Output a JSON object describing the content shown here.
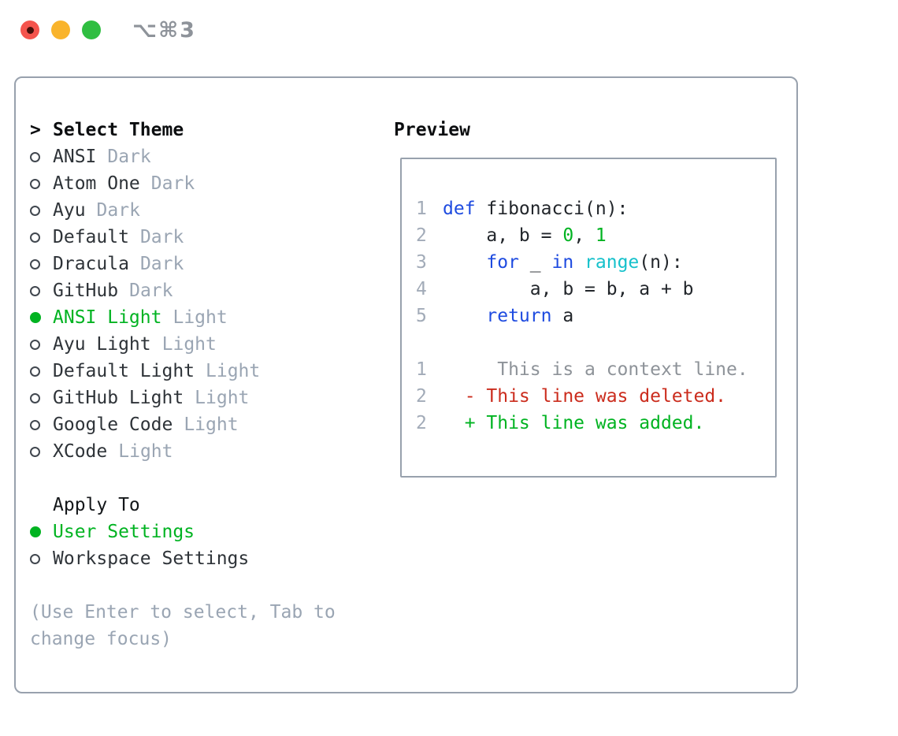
{
  "titlebar": {
    "shortcut": "⌥⌘3",
    "buttons": [
      {
        "name": "close"
      },
      {
        "name": "minimize"
      },
      {
        "name": "zoom"
      }
    ]
  },
  "theme_list": {
    "cursor": ">",
    "title": "Select Theme",
    "items": [
      {
        "name": "ANSI",
        "variant": "Dark",
        "selected": false
      },
      {
        "name": "Atom One",
        "variant": "Dark",
        "selected": false
      },
      {
        "name": "Ayu",
        "variant": "Dark",
        "selected": false
      },
      {
        "name": "Default",
        "variant": "Dark",
        "selected": false
      },
      {
        "name": "Dracula",
        "variant": "Dark",
        "selected": false
      },
      {
        "name": "GitHub",
        "variant": "Dark",
        "selected": false
      },
      {
        "name": "ANSI Light",
        "variant": "Light",
        "selected": true
      },
      {
        "name": "Ayu Light",
        "variant": "Light",
        "selected": false
      },
      {
        "name": "Default Light",
        "variant": "Light",
        "selected": false
      },
      {
        "name": "GitHub Light",
        "variant": "Light",
        "selected": false
      },
      {
        "name": "Google Code",
        "variant": "Light",
        "selected": false
      },
      {
        "name": "XCode",
        "variant": "Light",
        "selected": false
      }
    ]
  },
  "apply_to": {
    "title": "Apply To",
    "options": [
      {
        "label": "User Settings",
        "selected": true
      },
      {
        "label": "Workspace Settings",
        "selected": false
      }
    ]
  },
  "help_lines": [
    "(Use Enter to select, Tab to",
    "change focus)"
  ],
  "preview": {
    "title": "Preview",
    "code_lines": [
      {
        "num": "1",
        "tokens": [
          {
            "text": "def",
            "style": "keyword"
          },
          {
            "text": " fibonacci(n):",
            "style": "default"
          }
        ]
      },
      {
        "num": "2",
        "tokens": [
          {
            "text": "    a, b = ",
            "style": "default"
          },
          {
            "text": "0",
            "style": "number"
          },
          {
            "text": ", ",
            "style": "default"
          },
          {
            "text": "1",
            "style": "number"
          }
        ]
      },
      {
        "num": "3",
        "tokens": [
          {
            "text": "    ",
            "style": "default"
          },
          {
            "text": "for",
            "style": "keyword"
          },
          {
            "text": " _ ",
            "style": "default"
          },
          {
            "text": "in",
            "style": "keyword"
          },
          {
            "text": " ",
            "style": "default"
          },
          {
            "text": "range",
            "style": "builtin"
          },
          {
            "text": "(n):",
            "style": "default"
          }
        ]
      },
      {
        "num": "4",
        "tokens": [
          {
            "text": "        a, b = b, a + b",
            "style": "default"
          }
        ]
      },
      {
        "num": "5",
        "tokens": [
          {
            "text": "    ",
            "style": "default"
          },
          {
            "text": "return",
            "style": "keyword"
          },
          {
            "text": " a",
            "style": "default"
          }
        ]
      },
      {
        "num": "",
        "tokens": []
      },
      {
        "num": "1",
        "tokens": [
          {
            "text": "     This is a context line.",
            "style": "context"
          }
        ]
      },
      {
        "num": "2",
        "tokens": [
          {
            "text": "  - This line was deleted.",
            "style": "deleted"
          }
        ]
      },
      {
        "num": "2",
        "tokens": [
          {
            "text": "  + This line was added.",
            "style": "added"
          }
        ]
      }
    ]
  },
  "colors": {
    "accent_green": "#00b321",
    "keyword_blue": "#1e4be0",
    "builtin_cyan": "#15c1cb",
    "number_green": "#00b321",
    "deleted_red": "#cb2c1d",
    "added_green": "#00b321",
    "muted_gray": "#9aa5b3",
    "context_gray": "#8e9399",
    "line_number_gray": "#a2abb8",
    "border_gray": "#98a1ad",
    "traffic_red": "#f4544d",
    "traffic_yellow": "#f9b42c",
    "traffic_green": "#2fbe41"
  }
}
